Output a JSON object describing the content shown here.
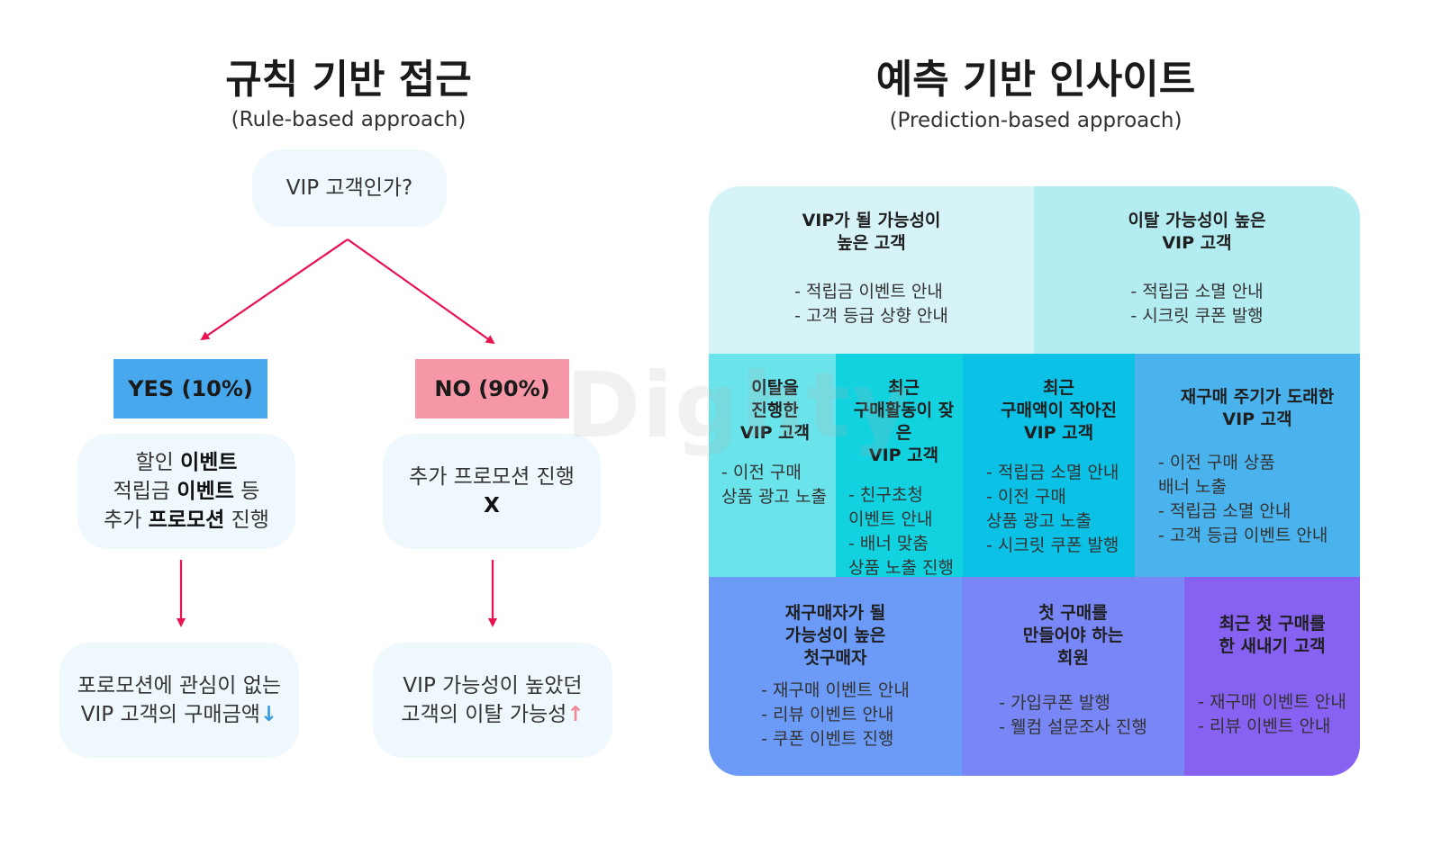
{
  "left": {
    "title": "규칙 기반 접근",
    "subtitle": "(Rule-based approach)",
    "question": "VIP 고객인가?",
    "yes_label": "YES (10%)",
    "no_label": "NO (90%)",
    "yes_action": {
      "line1_a": "할인 ",
      "line1_b": "이벤트",
      "line2_a": "적립금 ",
      "line2_b": "이벤트",
      "line2_c": " 등",
      "line3_a": "추가 ",
      "line3_b": "프로모션",
      "line3_c": " 진행"
    },
    "no_action": {
      "line1": "추가 프로모션 진행",
      "line2": "X"
    },
    "yes_result": {
      "line1": "포로모션에 관심이 없는",
      "line2": "VIP 고객의 구매금액",
      "arrow": "↓"
    },
    "no_result": {
      "line1": "VIP 가능성이 높았던",
      "line2": "고객의 이탈 가능성",
      "arrow": "↑"
    },
    "colors": {
      "yes": "#48a8ee",
      "no": "#f597a6",
      "arrow": "#e8124f",
      "bubble": "#eef8fd"
    }
  },
  "right": {
    "title": "예측 기반 인사이트",
    "subtitle": "(Prediction-based approach)",
    "row1": [
      {
        "h1": "VIP가 될 가능성이",
        "h2": "높은 고객",
        "items": [
          "- 적립금 이벤트 안내",
          "- 고객 등급 상향 안내"
        ],
        "color": "#d6f3f8"
      },
      {
        "h1": "이탈 가능성이 높은",
        "h2": "VIP 고객",
        "items": [
          "- 적립금 소멸 안내",
          "- 시크릿 쿠폰 발행"
        ],
        "color": "#b3ecf1"
      }
    ],
    "row2": [
      {
        "h": [
          "이탈을",
          "진행한",
          "VIP 고객"
        ],
        "items": [
          "- 이전 구매",
          "상품 광고 노출"
        ],
        "color": "#6ae3ea"
      },
      {
        "h": [
          "최근",
          "구매활동이 잦은",
          "VIP 고객"
        ],
        "items": [
          "- 친구초청",
          "이벤트 안내",
          "- 배너 맞춤",
          "상품 노출 진행"
        ],
        "color": "#13d2e0"
      },
      {
        "h": [
          "최근",
          "구매액이 작아진",
          "VIP 고객"
        ],
        "items": [
          "- 적립금 소멸 안내",
          "- 이전 구매",
          "상품 광고 노출",
          "- 시크릿 쿠폰 발행"
        ],
        "color": "#0cc1e6"
      },
      {
        "h": [
          "재구매 주기가 도래한",
          "VIP 고객"
        ],
        "items": [
          "- 이전 구매 상품",
          "배너 노출",
          "- 적립금 소멸 안내",
          "- 고객 등급 이벤트 안내"
        ],
        "color": "#4ab2ec"
      }
    ],
    "row3": [
      {
        "h": [
          "재구매자가 될",
          "가능성이 높은",
          "첫구매자"
        ],
        "items": [
          "- 재구매 이벤트 안내",
          "- 리뷰 이벤트 안내",
          "- 쿠폰 이벤트 진행"
        ],
        "color": "#6c9af7"
      },
      {
        "h": [
          "첫 구매를",
          "만들어야 하는",
          "회원"
        ],
        "items": [
          "- 가입쿠폰 발행",
          "- 웰컴 설문조사 진행"
        ],
        "color": "#7986f6"
      },
      {
        "h": [
          "최근 첫 구매를",
          "한 새내기 고객"
        ],
        "items": [
          "- 재구매 이벤트 안내",
          "- 리뷰 이벤트 안내"
        ],
        "color": "#8661f2"
      }
    ]
  },
  "watermark": "Dighty"
}
